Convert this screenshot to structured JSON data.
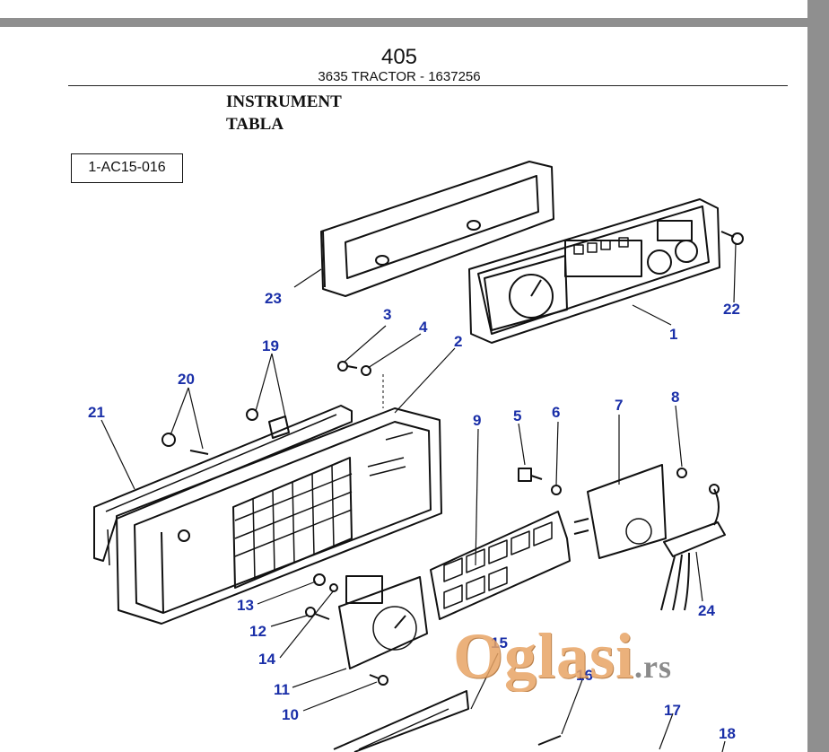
{
  "header": {
    "page_number": "405",
    "subtitle": "3635 TRACTOR - 1637256"
  },
  "section": {
    "title_line1": "INSTRUMENT",
    "title_line2": "TABLA"
  },
  "reference_code": "1-AC15-016",
  "callouts": [
    "1",
    "2",
    "3",
    "4",
    "5",
    "6",
    "7",
    "8",
    "9",
    "10",
    "11",
    "12",
    "13",
    "14",
    "15",
    "16",
    "17",
    "18",
    "19",
    "20",
    "21",
    "22",
    "23",
    "24"
  ],
  "watermark": {
    "brand": "Oglasi",
    "tld": ".rs"
  },
  "colors": {
    "callout": "#1a2fa8",
    "watermark": "#e8a465",
    "border": "#8f8f8f"
  }
}
